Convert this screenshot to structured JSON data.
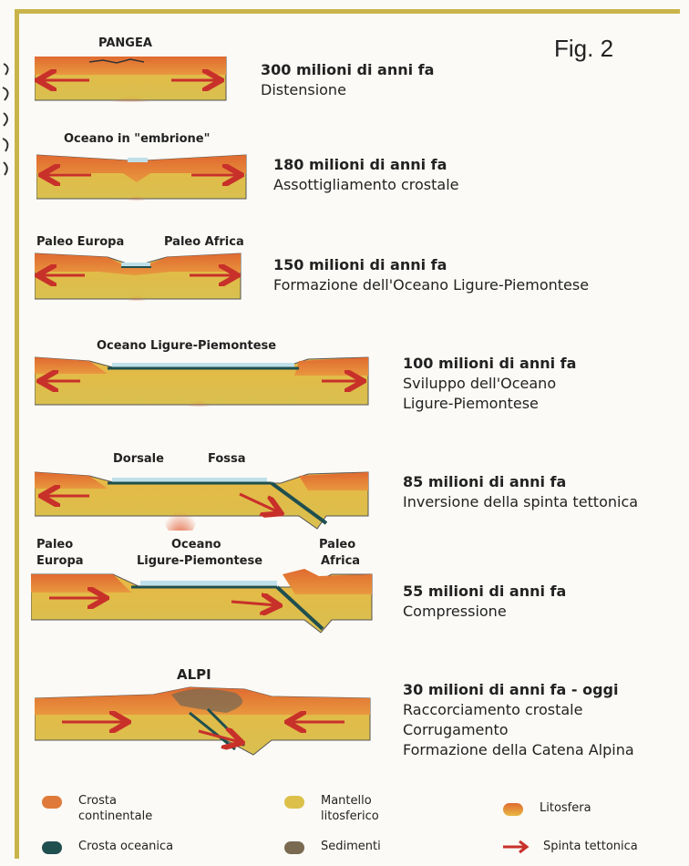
{
  "figure_label": "Fig. 2",
  "colors": {
    "continental_crust": "#e07a3a",
    "oceanic_crust": "#1f4f4f",
    "mantle": "#dcc04a",
    "sediments": "#7a6a52",
    "lithosphere": "#e8a040",
    "arrow": "#c8302a",
    "frame": "#c9b44a"
  },
  "stages": [
    {
      "labels": [
        "PANGEA"
      ],
      "heading": "300 milioni di anni fa",
      "lines": [
        "Distensione"
      ]
    },
    {
      "labels": [
        "Oceano in \"embrione\""
      ],
      "heading": "180 milioni di anni fa",
      "lines": [
        "Assottigliamento crostale"
      ]
    },
    {
      "labels": [
        "Paleo Europa",
        "Paleo Africa"
      ],
      "heading": "150 milioni di anni fa",
      "lines": [
        "Formazione dell'Oceano Ligure-Piemontese"
      ]
    },
    {
      "labels": [
        "Oceano Ligure-Piemontese"
      ],
      "heading": "100 milioni di anni fa",
      "lines": [
        "Sviluppo dell'Oceano",
        "Ligure-Piemontese"
      ]
    },
    {
      "labels": [
        "Dorsale",
        "Fossa"
      ],
      "heading": "85 milioni di anni fa",
      "lines": [
        "Inversione della spinta tettonica"
      ]
    },
    {
      "labels": [
        "Paleo",
        "Europa",
        "Oceano",
        "Ligure-Piemontese",
        "Paleo",
        "Africa"
      ],
      "heading": "55 milioni di anni fa",
      "lines": [
        "Compressione"
      ]
    },
    {
      "labels": [
        "ALPI"
      ],
      "heading": "30 milioni di anni fa - oggi",
      "lines": [
        "Raccorciamento crostale",
        "Corrugamento",
        "Formazione della Catena Alpina"
      ]
    }
  ],
  "legend": [
    {
      "label": "Crosta continentale",
      "color": "#e07a3a"
    },
    {
      "label": "Mantello litosferico",
      "color": "#dcc04a"
    },
    {
      "label": "Litosfera",
      "color": "#e8a040"
    },
    {
      "label": "Crosta oceanica",
      "color": "#1f4f4f"
    },
    {
      "label": "Sedimenti",
      "color": "#7a6a52"
    },
    {
      "label": "Spinta tettonica",
      "color": "#c8302a"
    }
  ]
}
